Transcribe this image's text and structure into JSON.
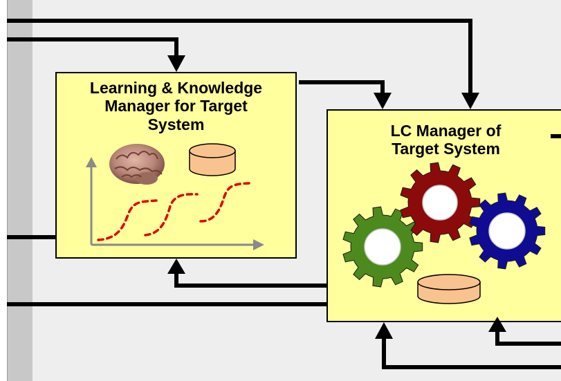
{
  "diagram": {
    "learning_box": {
      "title_line1": "Learning & Knowledge",
      "title_line2": "Manager for Target",
      "title_line3": "System"
    },
    "lc_box": {
      "title_line1": "LC Manager of",
      "title_line2": "Target System"
    },
    "icons": [
      "brain-icon",
      "database-icon",
      "chart-axes-icon",
      "gear-icon"
    ],
    "colors": {
      "box_fill": "#ffff9e",
      "gear_green": "#4d8a1e",
      "gear_red": "#8b0b0b",
      "gear_blue": "#0f0c93",
      "database_fill": "#f9c38f",
      "curve_red": "#e00000",
      "arrow": "#000000"
    }
  }
}
